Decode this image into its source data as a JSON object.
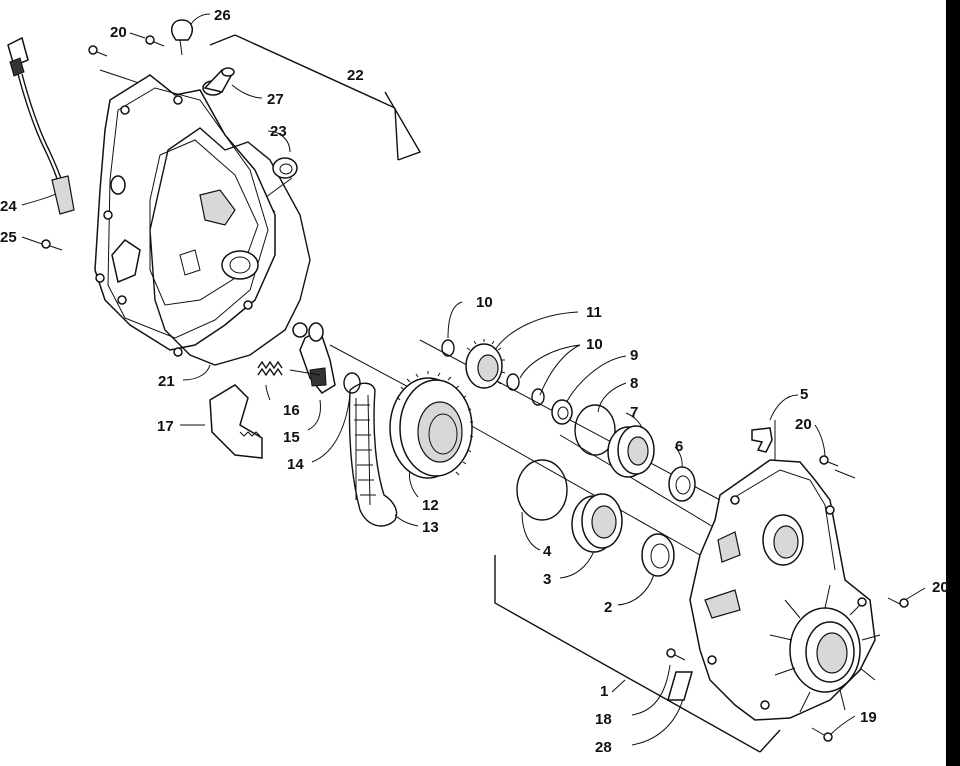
{
  "callouts": [
    {
      "id": "c1",
      "text": "1"
    },
    {
      "id": "c2",
      "text": "2"
    },
    {
      "id": "c3",
      "text": "3"
    },
    {
      "id": "c4",
      "text": "4"
    },
    {
      "id": "c5",
      "text": "5"
    },
    {
      "id": "c6",
      "text": "6"
    },
    {
      "id": "c7",
      "text": "7"
    },
    {
      "id": "c8",
      "text": "8"
    },
    {
      "id": "c9",
      "text": "9"
    },
    {
      "id": "c10a",
      "text": "10"
    },
    {
      "id": "c10b",
      "text": "10"
    },
    {
      "id": "c11",
      "text": "11"
    },
    {
      "id": "c12",
      "text": "12"
    },
    {
      "id": "c13",
      "text": "13"
    },
    {
      "id": "c14",
      "text": "14"
    },
    {
      "id": "c15",
      "text": "15"
    },
    {
      "id": "c16",
      "text": "16"
    },
    {
      "id": "c17",
      "text": "17"
    },
    {
      "id": "c18",
      "text": "18"
    },
    {
      "id": "c19",
      "text": "19"
    },
    {
      "id": "c20a",
      "text": "20"
    },
    {
      "id": "c20b",
      "text": "20"
    },
    {
      "id": "c20c",
      "text": "20"
    },
    {
      "id": "c21",
      "text": "21"
    },
    {
      "id": "c22",
      "text": "22"
    },
    {
      "id": "c23",
      "text": "23"
    },
    {
      "id": "c24",
      "text": "24"
    },
    {
      "id": "c25",
      "text": "25"
    },
    {
      "id": "c26",
      "text": "26"
    },
    {
      "id": "c27",
      "text": "27"
    },
    {
      "id": "c28",
      "text": "28"
    }
  ]
}
